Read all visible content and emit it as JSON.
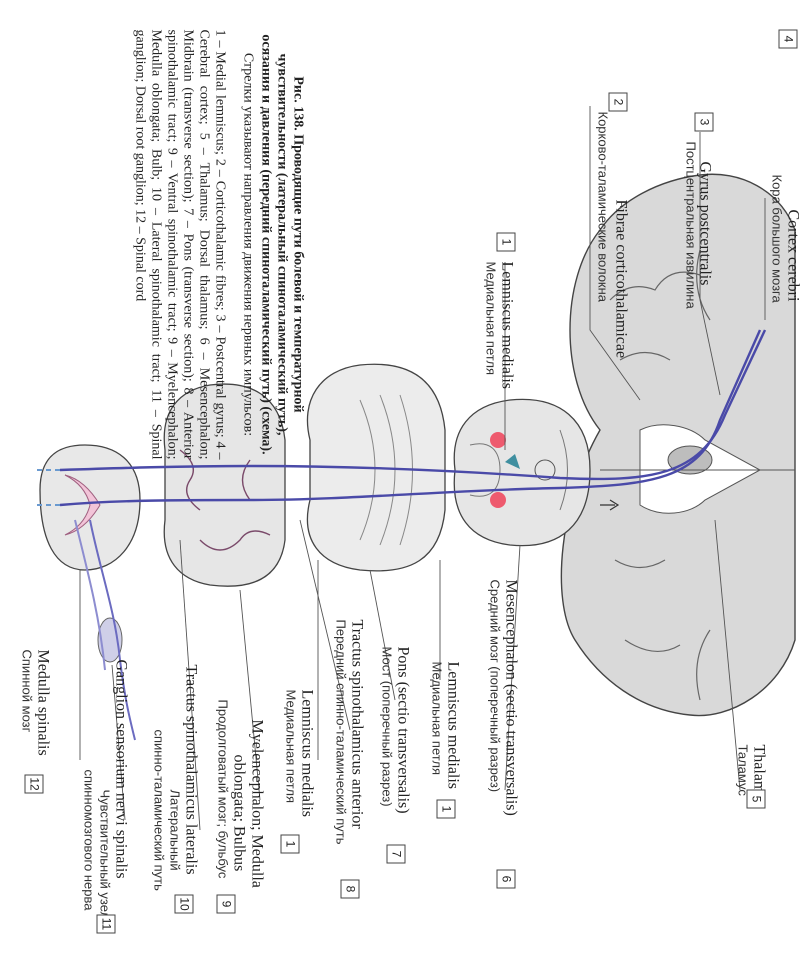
{
  "labels": {
    "cortex": {
      "lat": "Cortex cerebri",
      "rus": "Кора большого мозга",
      "num": "4"
    },
    "gyrus": {
      "lat": "Gyrus postcentralis",
      "rus": "Постцентральная извилина",
      "num": "3"
    },
    "fibrae": {
      "lat": "Fibrae corticothalamicae",
      "rus": "Корково-таламические волокна",
      "num": "2"
    },
    "lemniscus_top": {
      "lat": "Lemniscus medialis",
      "rus": "Медиальная петля",
      "num": "1"
    },
    "thalamus": {
      "lat": "Thalamus",
      "rus": "Таламус",
      "num": "5"
    },
    "mesencephalon": {
      "lat": "Mesencephalon (sectio transversalis)",
      "rus": "Средний мозг (поперечный разрез)",
      "num": "6"
    },
    "lemniscus_mid": {
      "lat": "Lemniscus medialis",
      "rus": "Медиальная петля",
      "num": "1"
    },
    "pons": {
      "lat": "Pons (sectio transversalis)",
      "rus": "Мост (поперечный разрез)",
      "num": "7"
    },
    "tractus_anterior": {
      "lat": "Tractus spinothalamicus anterior",
      "rus": "Передний спинно-таламический путь",
      "num": "8"
    },
    "lemniscus_low": {
      "lat": "Lemniscus medialis",
      "rus": "Медиальная петля",
      "num": "1"
    },
    "myelencephalon": {
      "lat1": "Myelencephalon; Medulla",
      "lat2": "oblongata; Bulbus",
      "rus": "Продолговатый мозг; бульбус",
      "num": "9"
    },
    "tractus_lateralis": {
      "lat": "Tractus spinothalamicus lateralis",
      "rus1": "Латеральный",
      "rus2": "спинно-таламический путь",
      "num": "10"
    },
    "ganglion": {
      "lat": "Ganglion sensorium nervi spinalis",
      "rus1": "Чувствительный узел",
      "rus2": "спинномозгового нерва",
      "num": "11"
    },
    "medulla_spinalis": {
      "lat": "Medulla spinalis",
      "rus": "Спинной мозг",
      "num": "12"
    }
  },
  "caption": {
    "title": "Рис. 138. Проводящие пути болевой и температурной чувствительности (латеральный спиноталамический путь), осязания и давления (передний спиноталамический путь) (схема).",
    "note": "Стрелки указывают направления движения нервных импульсов:",
    "legend": "1 – Medial lemniscus; 2 – Corticothalamic fibres; 3 – Postcentral gyrus; 4 – Cerebral cortex; 5 – Thalamus; Dorsal thalamus; 6 – Mesencephalon; Midbrain (transverse section); 7 – Pons (transverse section); 8 – Anterior spinothalamic tract; 9 – Ventral spinothalamic tract; 9 – Myelencephalon; Medulla oblongata; Bulb; 10 – Lateral spinothalamic tract; 11 – Spinal ganglion; Dorsal root ganglion; 12 – Spinal cord"
  },
  "colors": {
    "pathway": "#4a4aa8",
    "pathway_light": "#8d8dd0",
    "gray": "#c9c9c9",
    "pink": "#f2c4d8",
    "red": "#ee5a6e",
    "teal": "#3f8fa0"
  }
}
